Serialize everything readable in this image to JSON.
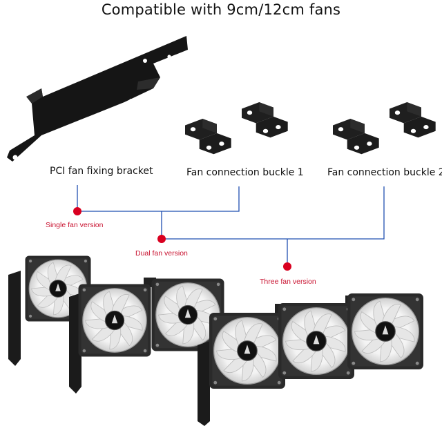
{
  "title": "Compatible with 9cm/12cm fans",
  "parts": {
    "pci_bracket": "PCI fan fixing bracket",
    "buckle_1": "Fan connection buckle 1",
    "buckle_2": "Fan connection buckle 2"
  },
  "versions": {
    "single": "Single fan version",
    "dual": "Dual fan version",
    "three": "Three fan version"
  },
  "colors": {
    "connector_line": "#1f4fb0",
    "dot": "#d90020",
    "version_text": "#c8102e",
    "metal": "#1c1c1c"
  }
}
